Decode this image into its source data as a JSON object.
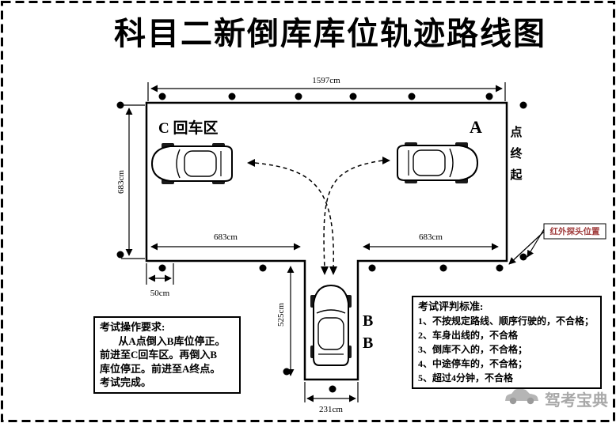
{
  "title": "科目二新倒库库位轨迹路线图",
  "track": {
    "zone_c_label": "C 回车区",
    "point_a_label": "A",
    "point_b_label1": "B",
    "point_b_label2": "B",
    "start_end_chars": [
      "点",
      "终",
      "起"
    ]
  },
  "dimensions": {
    "top_width": "1597cm",
    "left_height": "683cm",
    "bottom_left_width": "683cm",
    "bottom_right_width": "683cm",
    "bay_depth": "525cm",
    "bay_width": "231cm",
    "sensor_offset": "50cm"
  },
  "callout": {
    "infrared_label": "红外探头位置"
  },
  "requirements": {
    "title": "考试操作要求:",
    "line1": "从A点倒入B库位停正。",
    "line2": "前进至C回车区。再倒入B",
    "line3": "库位停正。前进至A终点。",
    "line4": "考试完成。"
  },
  "criteria": {
    "title": "考试评判标准:",
    "items": [
      "1、不按规定路线、顺序行驶的，不合格；",
      "2、车身出线的，不合格",
      "3、倒库不入的，不合格；",
      "4、中途停车的，不合格；",
      "5、超过4分钟，不合格"
    ]
  },
  "watermark": {
    "brand": "驾考宝典"
  },
  "colors": {
    "ink": "#000000",
    "callout_text": "#a03c3c",
    "watermark_gray": "#a8a8a8"
  }
}
